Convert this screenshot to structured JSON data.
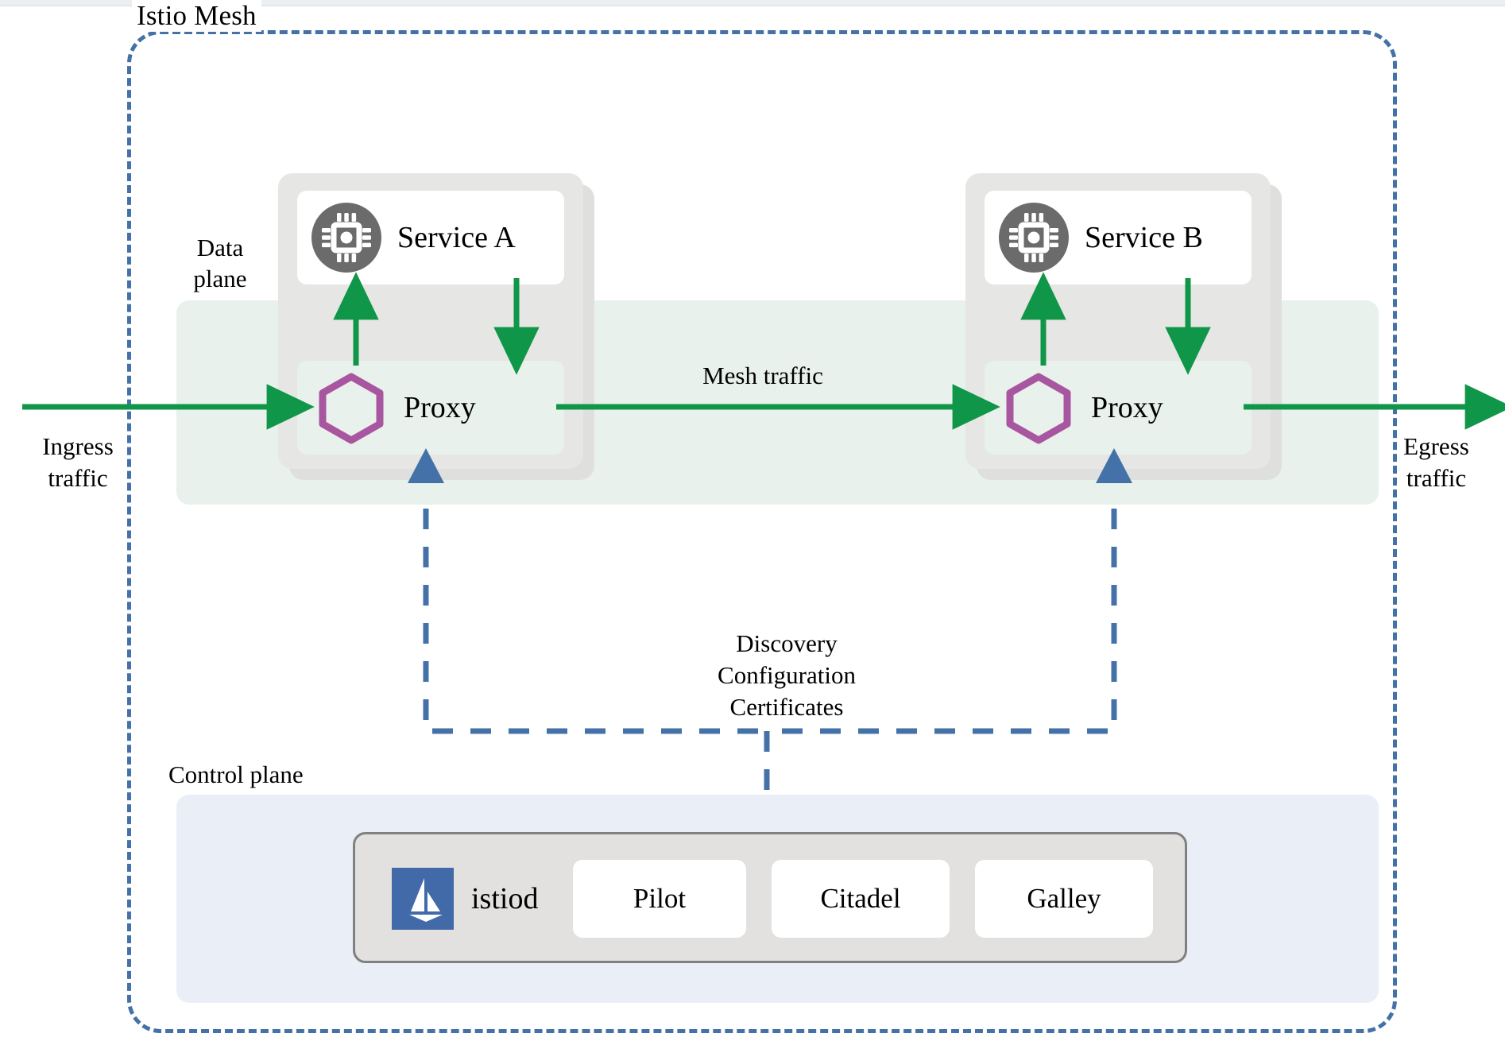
{
  "diagram": {
    "title": "Istio Mesh",
    "mesh_border_color": "#4472a8",
    "flow_color": "#109648",
    "hexagon_color": "#a8569f",
    "service_icon_color": "#6b6b6b",
    "istiod_logo_color": "#4269a8"
  },
  "planes": {
    "data_plane_label": "Data\nplane",
    "data_plane_label_line1": "Data",
    "data_plane_label_line2": "plane",
    "data_plane_color": "#e9f1ec",
    "control_plane_label": "Control plane",
    "control_plane_color": "#eaeef7"
  },
  "pods": [
    {
      "id": "pod-a",
      "service_label": "Service A",
      "service_icon": "cpu-chip-icon",
      "proxy_label": "Proxy",
      "proxy_icon": "hexagon-icon"
    },
    {
      "id": "pod-b",
      "service_label": "Service B",
      "service_icon": "cpu-chip-icon",
      "proxy_label": "Proxy",
      "proxy_icon": "hexagon-icon"
    }
  ],
  "flows": {
    "ingress_line1": "Ingress",
    "ingress_line2": "traffic",
    "egress_line1": "Egress",
    "egress_line2": "traffic",
    "mesh_traffic": "Mesh traffic"
  },
  "discovery": {
    "line1": "Discovery",
    "line2": "Configuration",
    "line3": "Certificates"
  },
  "control_plane": {
    "istiod_label": "istiod",
    "istiod_icon": "istio-sail-logo-icon",
    "components": [
      {
        "label": "Pilot"
      },
      {
        "label": "Citadel"
      },
      {
        "label": "Galley"
      }
    ]
  }
}
